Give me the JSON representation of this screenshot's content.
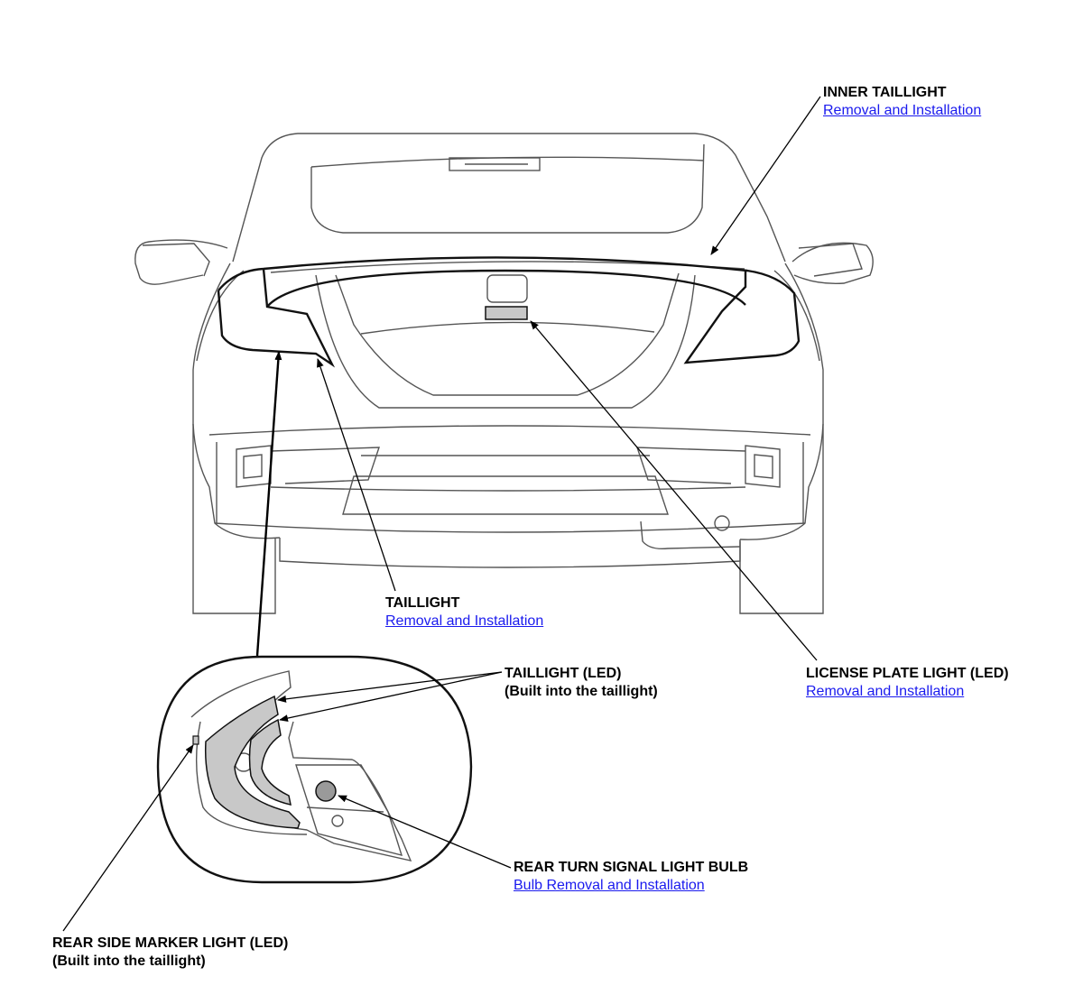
{
  "callouts": {
    "inner_taillight": {
      "title": "INNER TAILLIGHT",
      "link": "Removal and Installation"
    },
    "taillight": {
      "title": "TAILLIGHT",
      "link": "Removal and Installation"
    },
    "license_plate_light": {
      "title": "LICENSE PLATE LIGHT (LED)",
      "link": "Removal and Installation"
    },
    "taillight_led": {
      "title": "TAILLIGHT (LED)",
      "subtitle": "(Built into the taillight)"
    },
    "rear_turn_signal": {
      "title": "REAR TURN SIGNAL LIGHT BULB",
      "link": "Bulb Removal and Installation"
    },
    "rear_side_marker": {
      "title": "REAR SIDE MARKER LIGHT (LED)",
      "subtitle": "(Built into the taillight)"
    }
  },
  "colors": {
    "link": "#1a1aee",
    "line": "#000000",
    "body_outline": "#555555",
    "lamp_fill": "#c8c8c8"
  }
}
